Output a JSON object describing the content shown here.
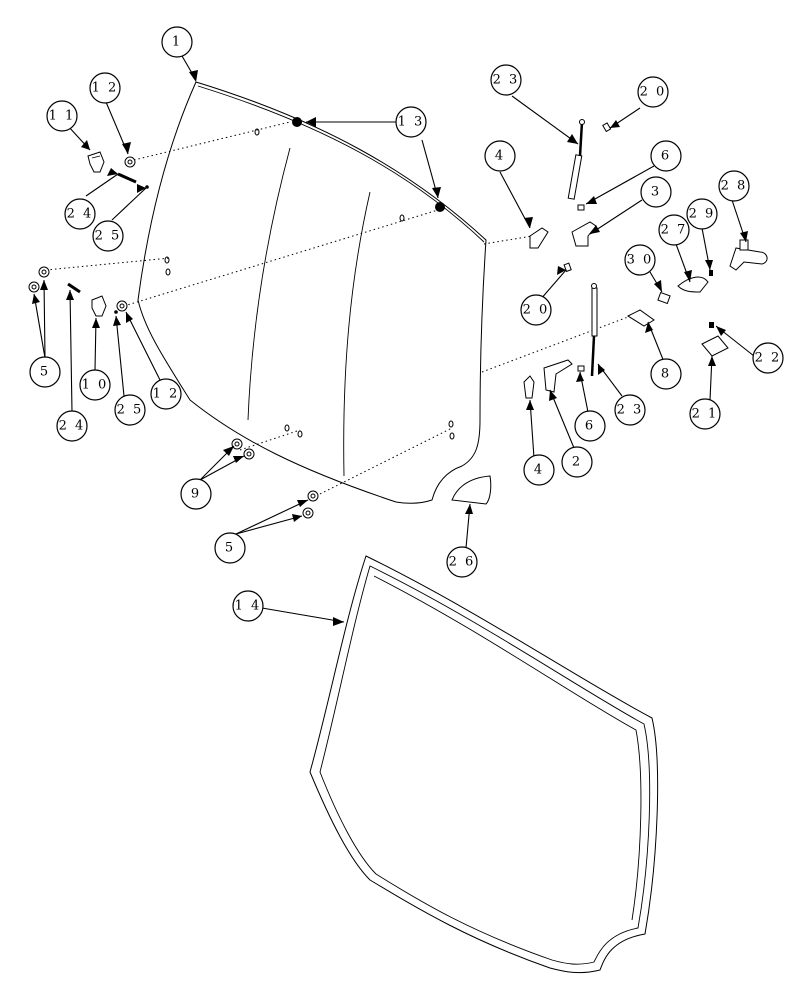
{
  "callouts": [
    {
      "id": "c1",
      "label": "1"
    },
    {
      "id": "c12a",
      "label": "1 2"
    },
    {
      "id": "c11",
      "label": "1 1"
    },
    {
      "id": "c24a",
      "label": "2 4"
    },
    {
      "id": "c25a",
      "label": "2 5"
    },
    {
      "id": "c13",
      "label": "1 3"
    },
    {
      "id": "c5a",
      "label": "5"
    },
    {
      "id": "c10",
      "label": "1 0"
    },
    {
      "id": "c25b",
      "label": "2 5"
    },
    {
      "id": "c12b",
      "label": "1 2"
    },
    {
      "id": "c24b",
      "label": "2 4"
    },
    {
      "id": "c9",
      "label": "9"
    },
    {
      "id": "c5b",
      "label": "5"
    },
    {
      "id": "c23a",
      "label": "2 3"
    },
    {
      "id": "c20a",
      "label": "2 0"
    },
    {
      "id": "c4a",
      "label": "4"
    },
    {
      "id": "c6a",
      "label": "6"
    },
    {
      "id": "c3",
      "label": "3"
    },
    {
      "id": "c28",
      "label": "2 8"
    },
    {
      "id": "c27",
      "label": "2 7"
    },
    {
      "id": "c29",
      "label": "2 9"
    },
    {
      "id": "c30",
      "label": "3 0"
    },
    {
      "id": "c20b",
      "label": "2 0"
    },
    {
      "id": "c8",
      "label": "8"
    },
    {
      "id": "c22",
      "label": "2 2"
    },
    {
      "id": "c21",
      "label": "2 1"
    },
    {
      "id": "c23b",
      "label": "2 3"
    },
    {
      "id": "c6b",
      "label": "6"
    },
    {
      "id": "c2",
      "label": "2"
    },
    {
      "id": "c4b",
      "label": "4"
    },
    {
      "id": "c26",
      "label": "2 6"
    },
    {
      "id": "c14",
      "label": "1 4"
    }
  ]
}
